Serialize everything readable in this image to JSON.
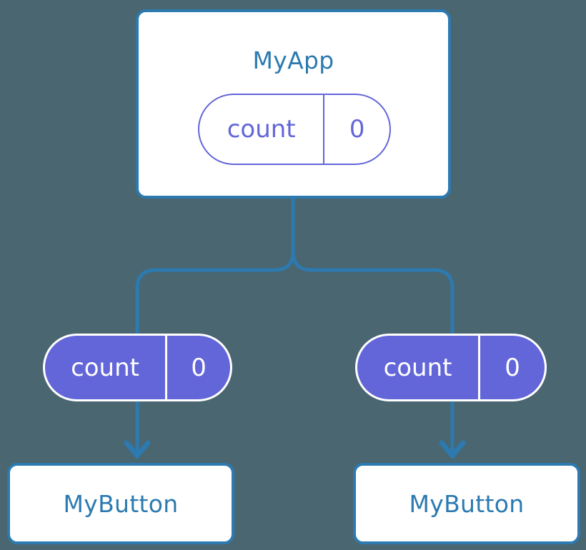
{
  "diagram": {
    "type": "component-state-tree",
    "background_color": "#4a6670",
    "accent_color": "#2c7ab0",
    "state_color": "#6366d8",
    "surface_color": "#ffffff",
    "root": {
      "name": "root-component",
      "title": "MyApp",
      "state": {
        "key": "count",
        "value": "0"
      }
    },
    "children": [
      {
        "name": "left-child",
        "state": {
          "key": "count",
          "value": "0"
        },
        "component": {
          "title": "MyButton"
        }
      },
      {
        "name": "right-child",
        "state": {
          "key": "count",
          "value": "0"
        },
        "component": {
          "title": "MyButton"
        }
      }
    ]
  }
}
